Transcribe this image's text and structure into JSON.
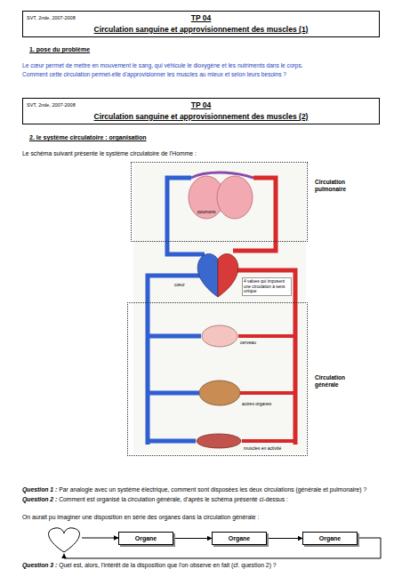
{
  "diagram": {
    "nodes": [
      {
        "text": [
          "SVT, 2nde, 2007-2008",
          "TP 04",
          "Circulation sanguine et approvisionnement des muscles (1)"
        ]
      },
      {
        "text": [
          "SVT, 2nde, 2007-2008",
          "TP 04",
          "Circulation sanguine et approvisionnement des muscles (2)"
        ]
      },
      {
        "text": [
          "Circulation pulmonaire"
        ]
      },
      {
        "text": [
          "Circulation générale"
        ]
      },
      {
        "text": [
          "Organe"
        ]
      },
      {
        "text": [
          "Organe"
        ]
      },
      {
        "text": [
          "Organe"
        ]
      }
    ],
    "edges": [
      {
        "from": 4,
        "to": 5,
        "arrow": "to"
      },
      {
        "from": 5,
        "to": 6,
        "arrow": "to"
      }
    ],
    "labels": [
      "1. pose du problème",
      "Le cœur permet de mettre en mouvement le sang, qui véhicule le dioxygène et les nutriments dans le corps.",
      "Comment cette circulation permet-elle d'approvisionner les muscles au mieux et selon leurs besoins ?",
      "2. le système circulatoire : organisation",
      "Le schéma suivant présente le système circulatoire de l'Homme :",
      "poumons",
      "cœur",
      "4 valves qui imposent une circulation à sens unique",
      "cerveau",
      "autres organes",
      "muscles en activité",
      "Question 1 :",
      "Par analogie avec un système électrique, comment sont disposées les deux circulations (générale et pulmonaire) ?",
      "Question 2 :",
      "Comment est organisé la circulation générale, d'après le schéma présenté ci-dessus :",
      "On aurait pu imaginer une disposition en série des organes dans la circulation générale :",
      "Question 3 :",
      "Quel est, alors, l'intérêt de la disposition que l'on observe en fait (cf. question 2) ?"
    ]
  }
}
